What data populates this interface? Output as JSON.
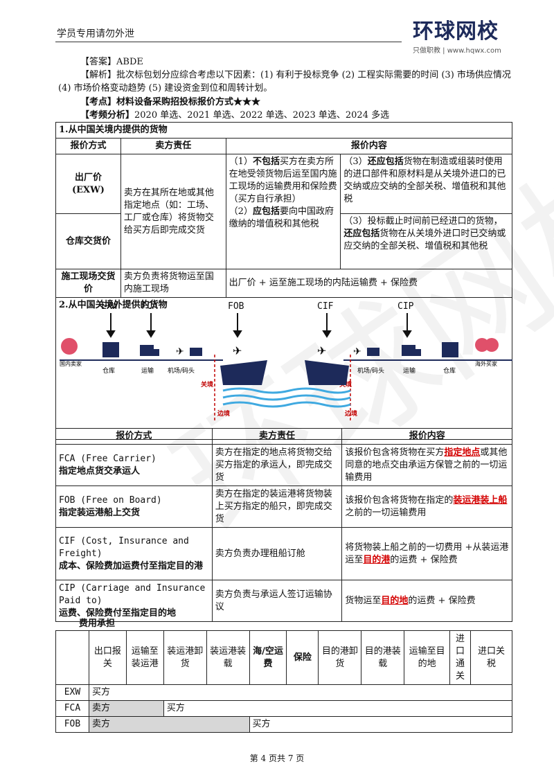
{
  "header": {
    "left": "学员专用请勿外泄",
    "logo_main": "环球网校",
    "logo_sub": "只做职教 | www.hqwx.com"
  },
  "answer": "【答案】ABDE",
  "analysis": "【解析】批次标包划分应综合考虑以下因素：(1) 有利于投标竞争 (2) 工程实际需要的时间 (3) 市场供应情况 (4) 市场价格变动趋势 (5) 建设资金到位和周转计划。",
  "kaodian_label": "【考点】",
  "kaodian": "材料设备采购招投标报价方式★★★",
  "kaopin_label": "【考频分析】",
  "kaopin": "2020 单选、2021 单选、2022 单选、2023 单选、2024 多选",
  "t1": {
    "section": "1.从中国关境内提供的货物",
    "h1": "报价方式",
    "h2": "卖方责任",
    "h3": "报价内容",
    "exw": "出厂价(EXW)",
    "ck": "仓库交货价",
    "resp": "卖方在其所在地或其他指定地点（如：工场、工厂或仓库）将货物交给买方后即完成交货",
    "c1a_pre": "（1）",
    "c1a_bold": "不包括",
    "c1a_rest": "买方在卖方所在地受领货物后运至国内施工现场的运输费用和保险费（买方自行承担）",
    "c1b_pre": "（2）",
    "c1b_bold": "应包括",
    "c1b_rest": "要向中国政府缴纳的增值税和其他税",
    "c3a_pre": "（3）",
    "c3a_bold": "还应包括",
    "c3a_rest": "货物在制造或组装时使用的进口部件和原材料是从关境外进口的已交纳或应交纳的全部关税、增值税和其他税",
    "c3b_pre": "（3）投标截止时间前已经进口的货物，",
    "c3b_bold": "还应包括",
    "c3b_rest": "货物在从关境外进口时已交纳或应交纳的全部关税、增值税和其他税",
    "site": "施工现场交货价",
    "site_resp": "卖方负责将货物运至国内施工现场",
    "site_content": "出厂价 + 运至施工现场的内陆运输费 + 保险费"
  },
  "t2": {
    "section": "2.从中国关境外提供的货物",
    "terms": [
      "EXW",
      "FCA",
      "FOB",
      "CIF",
      "CIP"
    ],
    "labels": {
      "domestic_seller": "国内卖家",
      "warehouse": "仓库",
      "transport": "运输",
      "airport_port": "机场/码头",
      "customs": "关境",
      "border": "边境",
      "overseas_buyer": "海外买家"
    }
  },
  "t3": {
    "h1": "报价方式",
    "h2": "卖方责任",
    "h3": "报价内容",
    "rows": [
      {
        "en": "FCA (Free Carrier)",
        "cn": "指定地点货交承运人",
        "resp": "卖方在指定的地点将货物交给买方指定的承运人，即完成交货",
        "c_pre": "该报价包含将货物在买方",
        "c_red": "指定地点",
        "c_post": "或其他同意的地点交由承运方保管之前的一切运输费用"
      },
      {
        "en": "FOB (Free on Board)",
        "cn": "指定装运港船上交货",
        "resp": "卖方在指定的装运港将货物装上买方指定的船只，即完成交货",
        "c_pre": "该报价包含将货物在指定的",
        "c_red": "装运港装上船",
        "c_post": "之前的一切运输费用"
      },
      {
        "en": "CIF (Cost, Insurance and Freight)",
        "cn": "成本、保险费加运费付至指定目的港",
        "resp": "卖方负责办理租船订舱",
        "c_pre": "将货物装上船之前的一切费用 +从装运港运至",
        "c_red": "目的港",
        "c_post": "的运费 + 保险费"
      },
      {
        "en": "CIP (Carriage and Insurance Paid to)",
        "cn": "运费、保险费付至指定目的地",
        "resp": "卖方负责与承运人签订运输协议",
        "c_pre": "货物运至",
        "c_red": "目的地",
        "c_post": "的运费 + 保险费"
      }
    ]
  },
  "t4": {
    "title": "费用承担",
    "cols": [
      "出口报关",
      "运输至装运港",
      "装运港卸货",
      "装运港装载",
      "海/空运费",
      "保险",
      "目的港卸货",
      "目的港装载",
      "运输至目的地",
      "进口通关",
      "进口关税"
    ],
    "rows": [
      {
        "term": "EXW",
        "buyer": "买方"
      },
      {
        "term": "FCA",
        "seller": "卖方",
        "buyer": "买方"
      },
      {
        "term": "FOB",
        "seller": "卖方",
        "buyer": "买方"
      }
    ]
  },
  "footer": "第 4 页共 7 页"
}
